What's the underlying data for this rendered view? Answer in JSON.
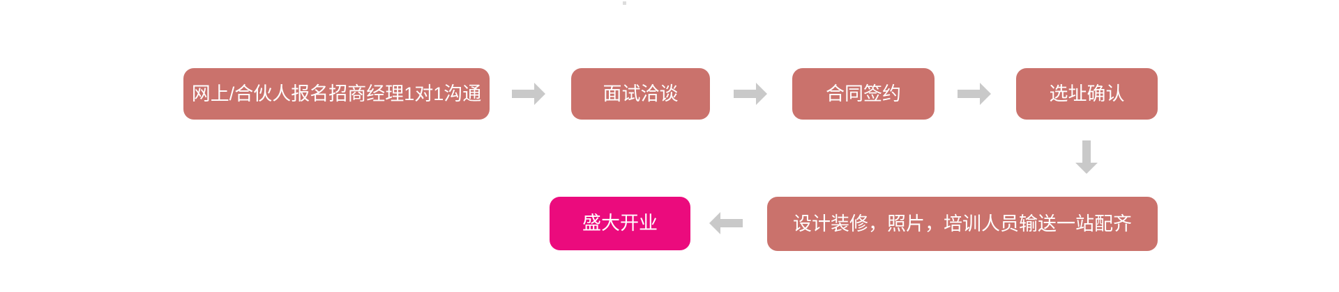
{
  "colors": {
    "background": "#ffffff",
    "step_box": "#CA726C",
    "final_box": "#EB0B7D",
    "arrow": "#C9C9C9",
    "box_text": "#ffffff"
  },
  "flow": {
    "steps": {
      "signup": "网上/合伙人报名招商经理1对1沟通",
      "interview": "面试洽谈",
      "contract": "合同签约",
      "site_confirm": "选址确认",
      "setup": "设计装修，照片，培训人员输送一站配齐",
      "opening": "盛大开业"
    }
  }
}
